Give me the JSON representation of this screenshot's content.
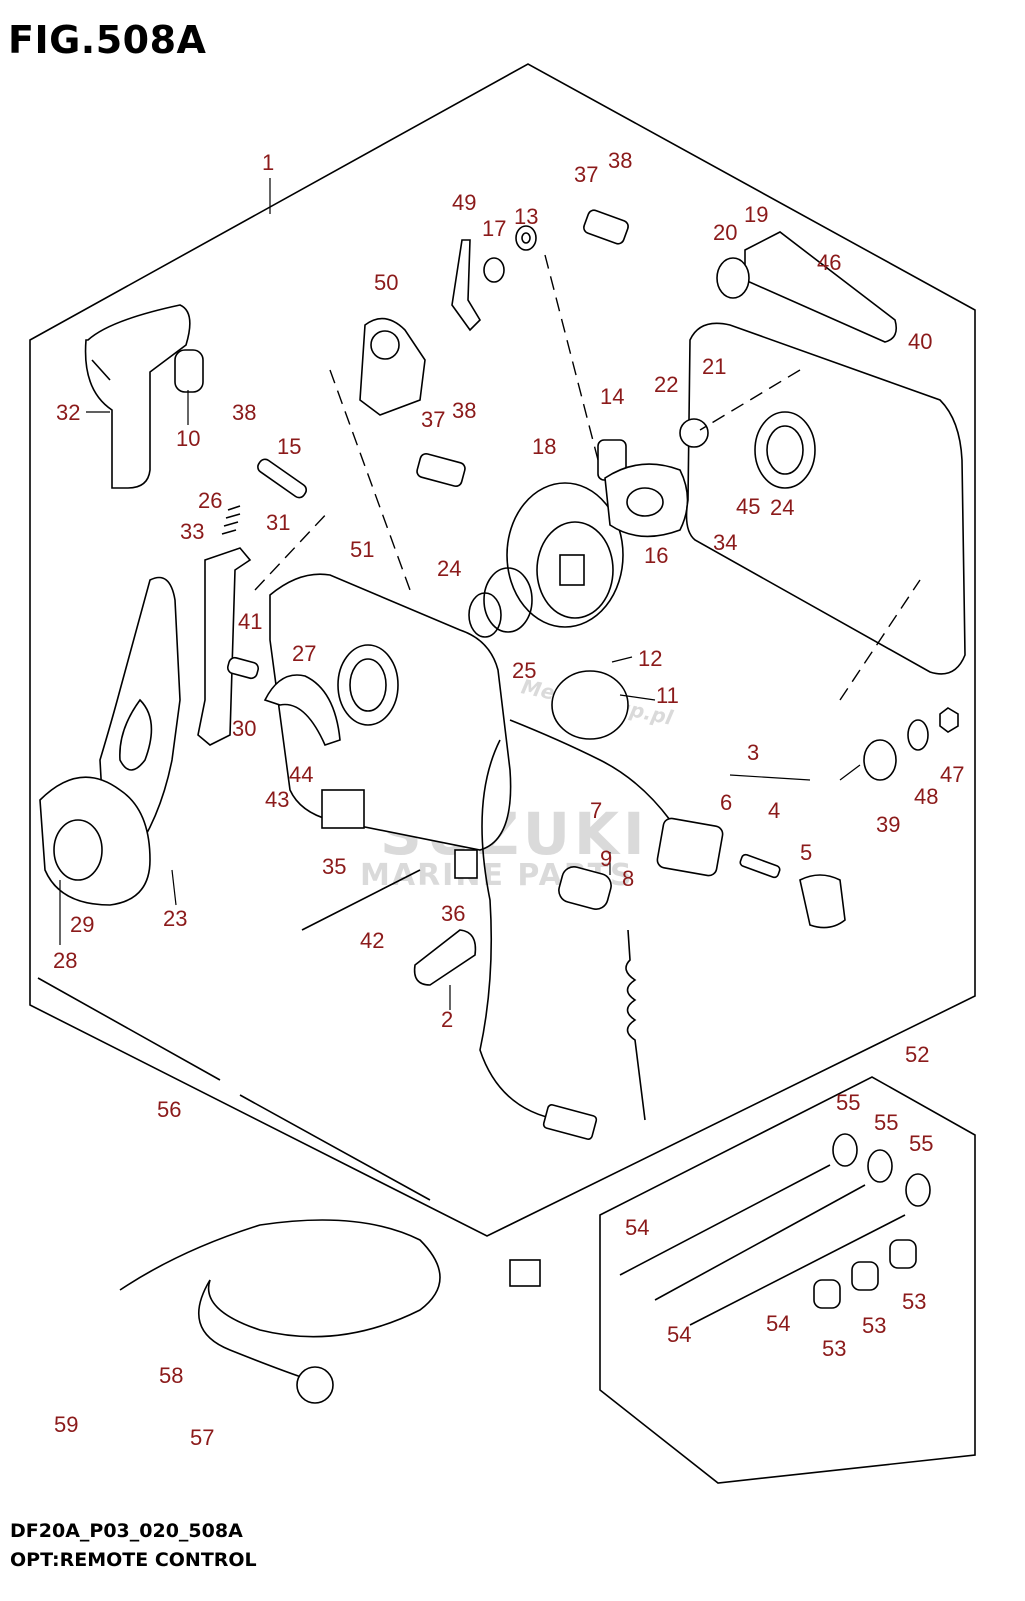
{
  "figure": {
    "title": "FIG.508A",
    "code": "DF20A_P03_020_508A",
    "subtitle": "OPT:REMOTE CONTROL"
  },
  "watermarks": {
    "brand": "SUZUKI",
    "sub": "MARINE PARTS",
    "site": "Mesagroup.pl"
  },
  "callouts": [
    {
      "id": "1",
      "label": "1"
    },
    {
      "id": "2",
      "label": "2"
    },
    {
      "id": "3",
      "label": "3"
    },
    {
      "id": "4",
      "label": "4"
    },
    {
      "id": "5",
      "label": "5"
    },
    {
      "id": "6",
      "label": "6"
    },
    {
      "id": "7",
      "label": "7"
    },
    {
      "id": "8",
      "label": "8"
    },
    {
      "id": "9",
      "label": "9"
    },
    {
      "id": "10",
      "label": "10"
    },
    {
      "id": "11",
      "label": "11"
    },
    {
      "id": "12",
      "label": "12"
    },
    {
      "id": "13",
      "label": "13"
    },
    {
      "id": "14",
      "label": "14"
    },
    {
      "id": "15",
      "label": "15"
    },
    {
      "id": "16",
      "label": "16"
    },
    {
      "id": "17",
      "label": "17"
    },
    {
      "id": "18",
      "label": "18"
    },
    {
      "id": "19",
      "label": "19"
    },
    {
      "id": "20",
      "label": "20"
    },
    {
      "id": "21",
      "label": "21"
    },
    {
      "id": "22",
      "label": "22"
    },
    {
      "id": "23",
      "label": "23"
    },
    {
      "id": "24a",
      "label": "24"
    },
    {
      "id": "24b",
      "label": "24"
    },
    {
      "id": "25",
      "label": "25"
    },
    {
      "id": "26",
      "label": "26"
    },
    {
      "id": "27",
      "label": "27"
    },
    {
      "id": "28",
      "label": "28"
    },
    {
      "id": "29",
      "label": "29"
    },
    {
      "id": "30",
      "label": "30"
    },
    {
      "id": "31",
      "label": "31"
    },
    {
      "id": "32",
      "label": "32"
    },
    {
      "id": "33",
      "label": "33"
    },
    {
      "id": "34",
      "label": "34"
    },
    {
      "id": "35",
      "label": "35"
    },
    {
      "id": "36",
      "label": "36"
    },
    {
      "id": "37a",
      "label": "37"
    },
    {
      "id": "37b",
      "label": "37"
    },
    {
      "id": "38a",
      "label": "38"
    },
    {
      "id": "38b",
      "label": "38"
    },
    {
      "id": "38c",
      "label": "38"
    },
    {
      "id": "39",
      "label": "39"
    },
    {
      "id": "40",
      "label": "40"
    },
    {
      "id": "41",
      "label": "41"
    },
    {
      "id": "42",
      "label": "42"
    },
    {
      "id": "43",
      "label": "43"
    },
    {
      "id": "44",
      "label": "44"
    },
    {
      "id": "45",
      "label": "45"
    },
    {
      "id": "46",
      "label": "46"
    },
    {
      "id": "47",
      "label": "47"
    },
    {
      "id": "48",
      "label": "48"
    },
    {
      "id": "49",
      "label": "49"
    },
    {
      "id": "50",
      "label": "50"
    },
    {
      "id": "51",
      "label": "51"
    },
    {
      "id": "52",
      "label": "52"
    },
    {
      "id": "53a",
      "label": "53"
    },
    {
      "id": "53b",
      "label": "53"
    },
    {
      "id": "53c",
      "label": "53"
    },
    {
      "id": "54a",
      "label": "54"
    },
    {
      "id": "54b",
      "label": "54"
    },
    {
      "id": "54c",
      "label": "54"
    },
    {
      "id": "55a",
      "label": "55"
    },
    {
      "id": "55b",
      "label": "55"
    },
    {
      "id": "55c",
      "label": "55"
    },
    {
      "id": "56",
      "label": "56"
    },
    {
      "id": "57",
      "label": "57"
    },
    {
      "id": "58",
      "label": "58"
    },
    {
      "id": "59",
      "label": "59"
    }
  ]
}
